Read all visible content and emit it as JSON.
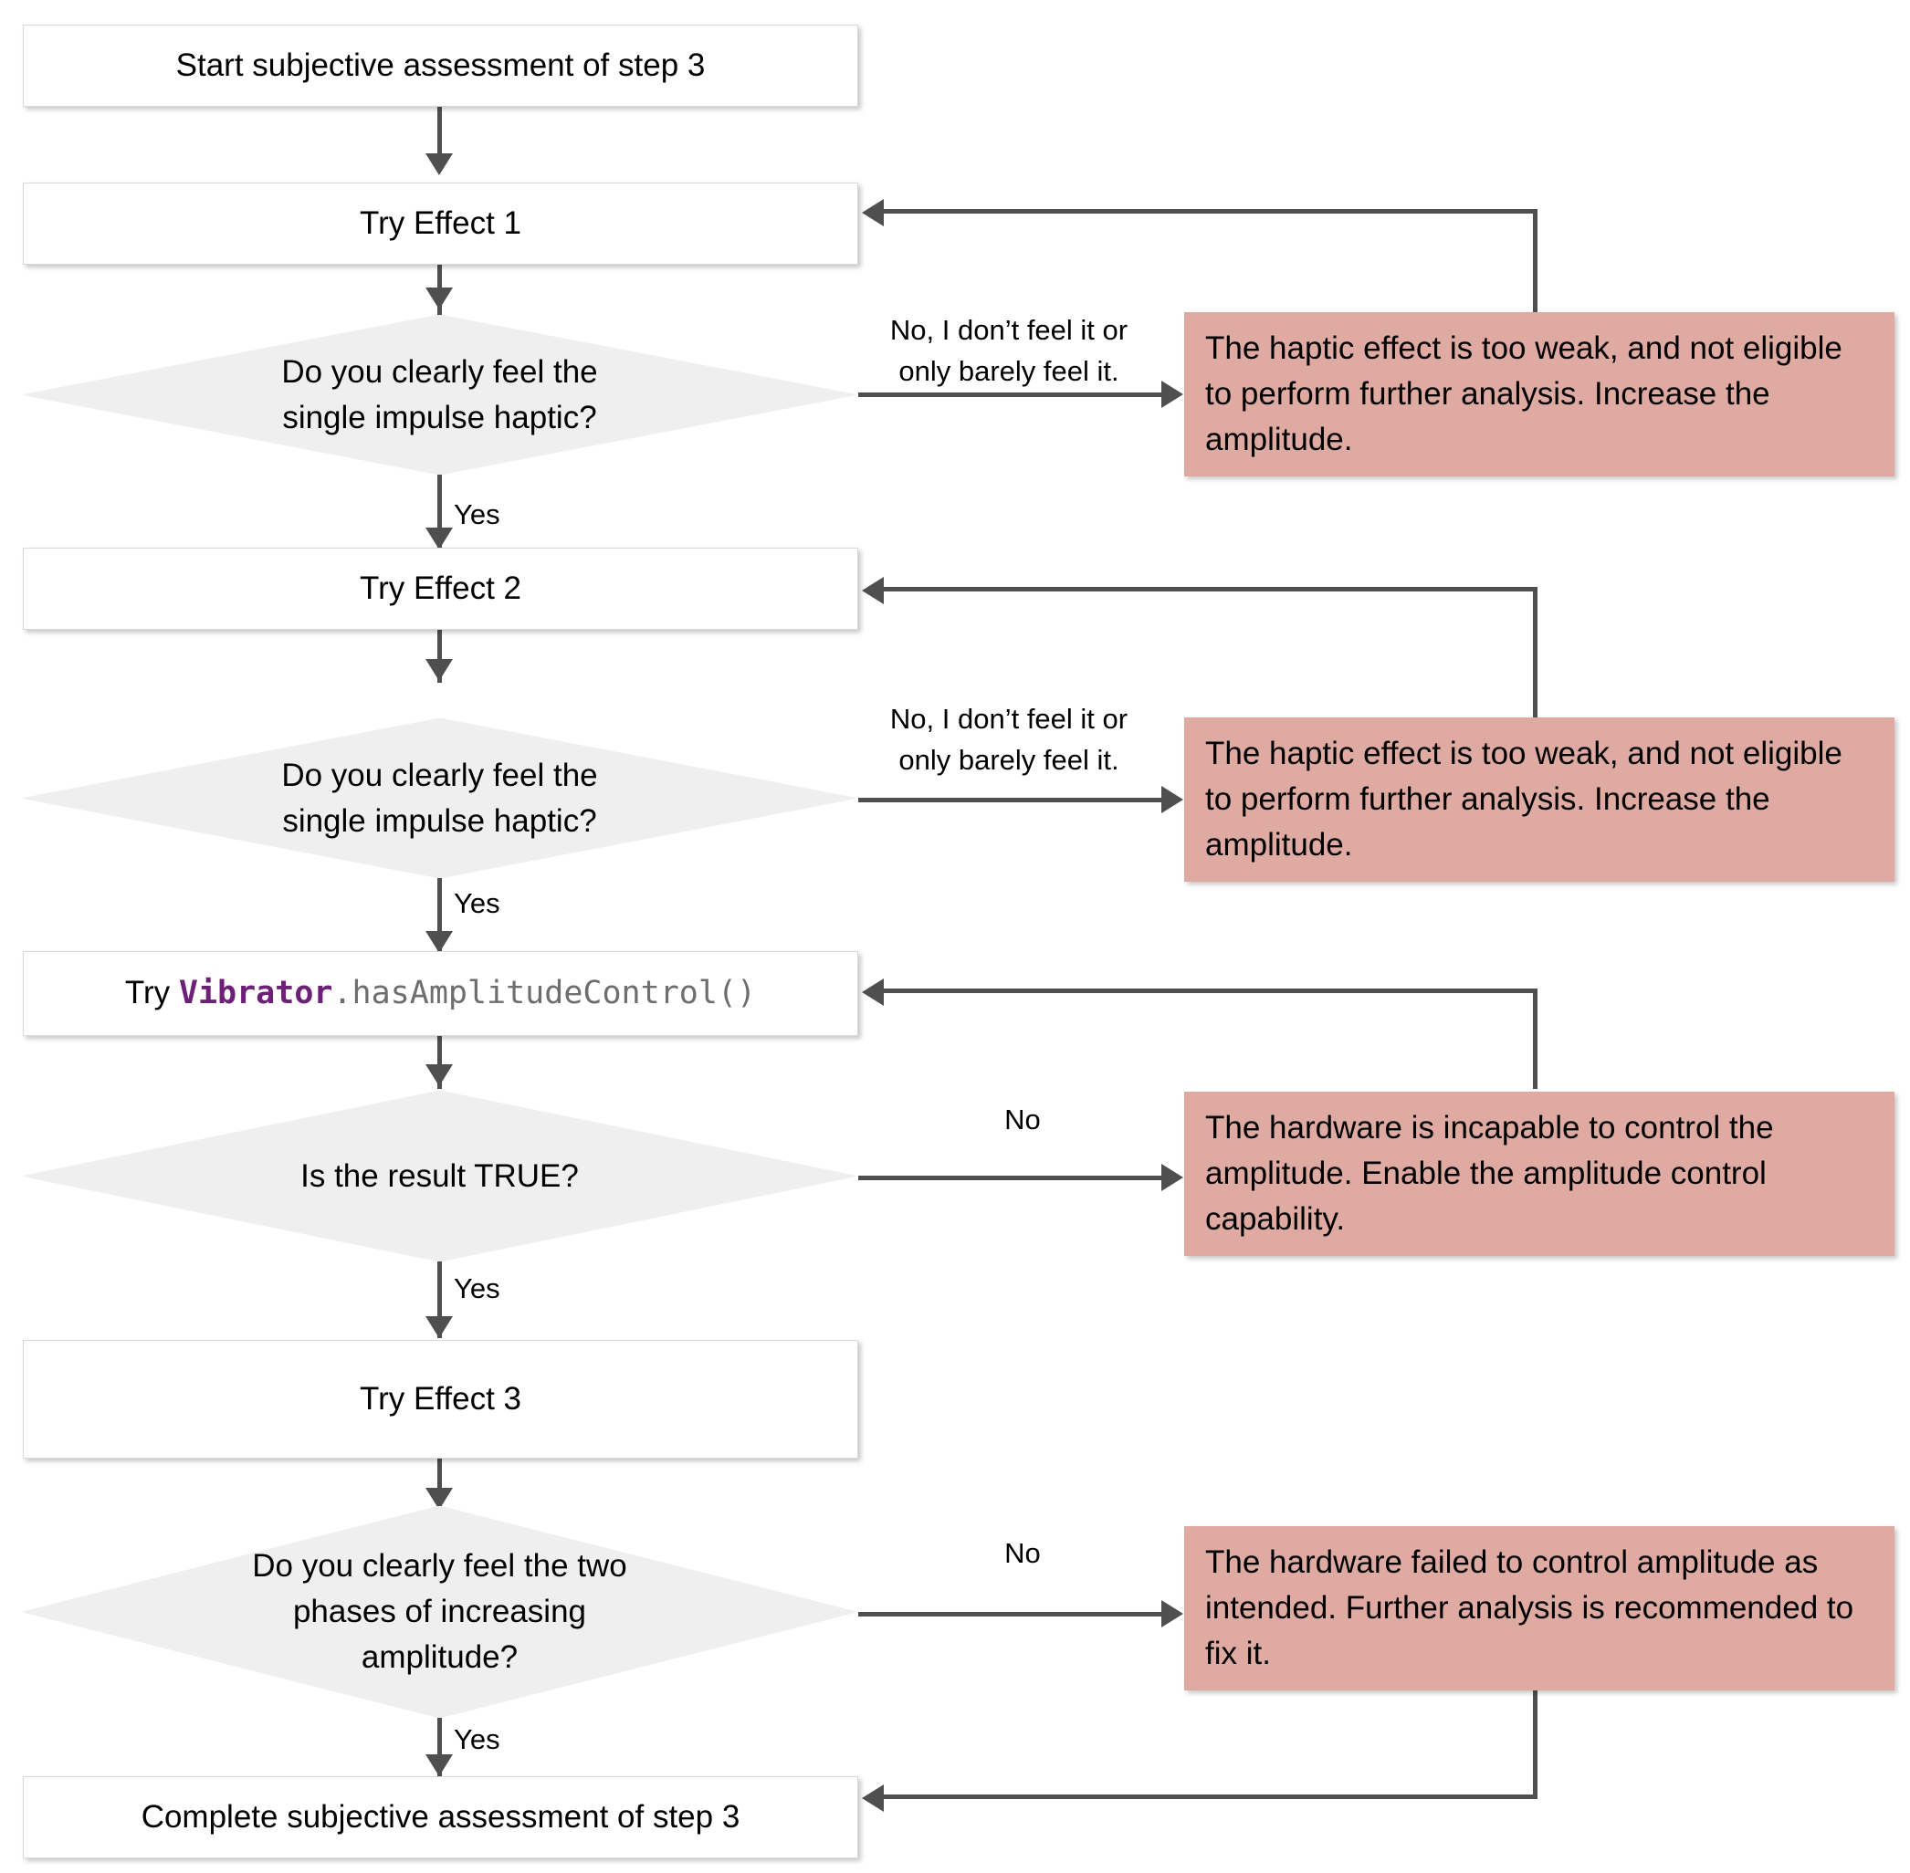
{
  "diagram": {
    "title": "Subjective assessment of step 3 flowchart",
    "colors": {
      "process_fill": "#ffffff",
      "process_border": "#d9d9d9",
      "decision_fill": "#efefef",
      "note_fill": "#dfaaa2",
      "connector": "#4f4f4f",
      "code_keyword": "#6d2077",
      "code_method": "#6e6e6e",
      "text": "#000000"
    },
    "nodes": {
      "start": {
        "type": "process",
        "label": "Start subjective assessment of step 3"
      },
      "try_effect_1": {
        "type": "process",
        "label": "Try Effect 1"
      },
      "decision_1": {
        "type": "decision",
        "label": "Do you clearly feel the\nsingle impulse haptic?"
      },
      "note_1": {
        "type": "note",
        "label": "The haptic effect is too weak, and not eligible to perform further analysis. Increase the amplitude."
      },
      "try_effect_2": {
        "type": "process",
        "label": "Try Effect 2"
      },
      "decision_2": {
        "type": "decision",
        "label": "Do you clearly feel the\nsingle impulse haptic?"
      },
      "note_2": {
        "type": "note",
        "label": "The haptic effect is too weak, and not eligible to perform further analysis. Increase the amplitude."
      },
      "try_has_amplitude_control": {
        "type": "process-code",
        "prefix": "Try ",
        "keyword": "Vibrator",
        "method": ".hasAmplitudeControl()",
        "label": "Try Vibrator.hasAmplitudeControl()"
      },
      "decision_3": {
        "type": "decision",
        "label": "Is the result TRUE?"
      },
      "note_3": {
        "type": "note",
        "label": "The hardware is incapable to control the amplitude. Enable the amplitude control capability."
      },
      "try_effect_3": {
        "type": "process",
        "label": "Try Effect 3"
      },
      "decision_4": {
        "type": "decision",
        "label": "Do you clearly feel the two\nphases of increasing\namplitude?"
      },
      "note_4": {
        "type": "note",
        "label": "The hardware failed to control amplitude as intended. Further analysis is recommended to fix it."
      },
      "complete": {
        "type": "process",
        "label": "Complete subjective assessment of step 3"
      }
    },
    "edge_labels": {
      "no_barely_1": "No, I don’t feel it or\nonly barely feel it.",
      "yes_1": "Yes",
      "no_barely_2": "No, I don’t feel it or\nonly barely feel it.",
      "yes_2": "Yes",
      "no_3": "No",
      "yes_3": "Yes",
      "no_4": "No",
      "yes_4": "Yes"
    }
  }
}
